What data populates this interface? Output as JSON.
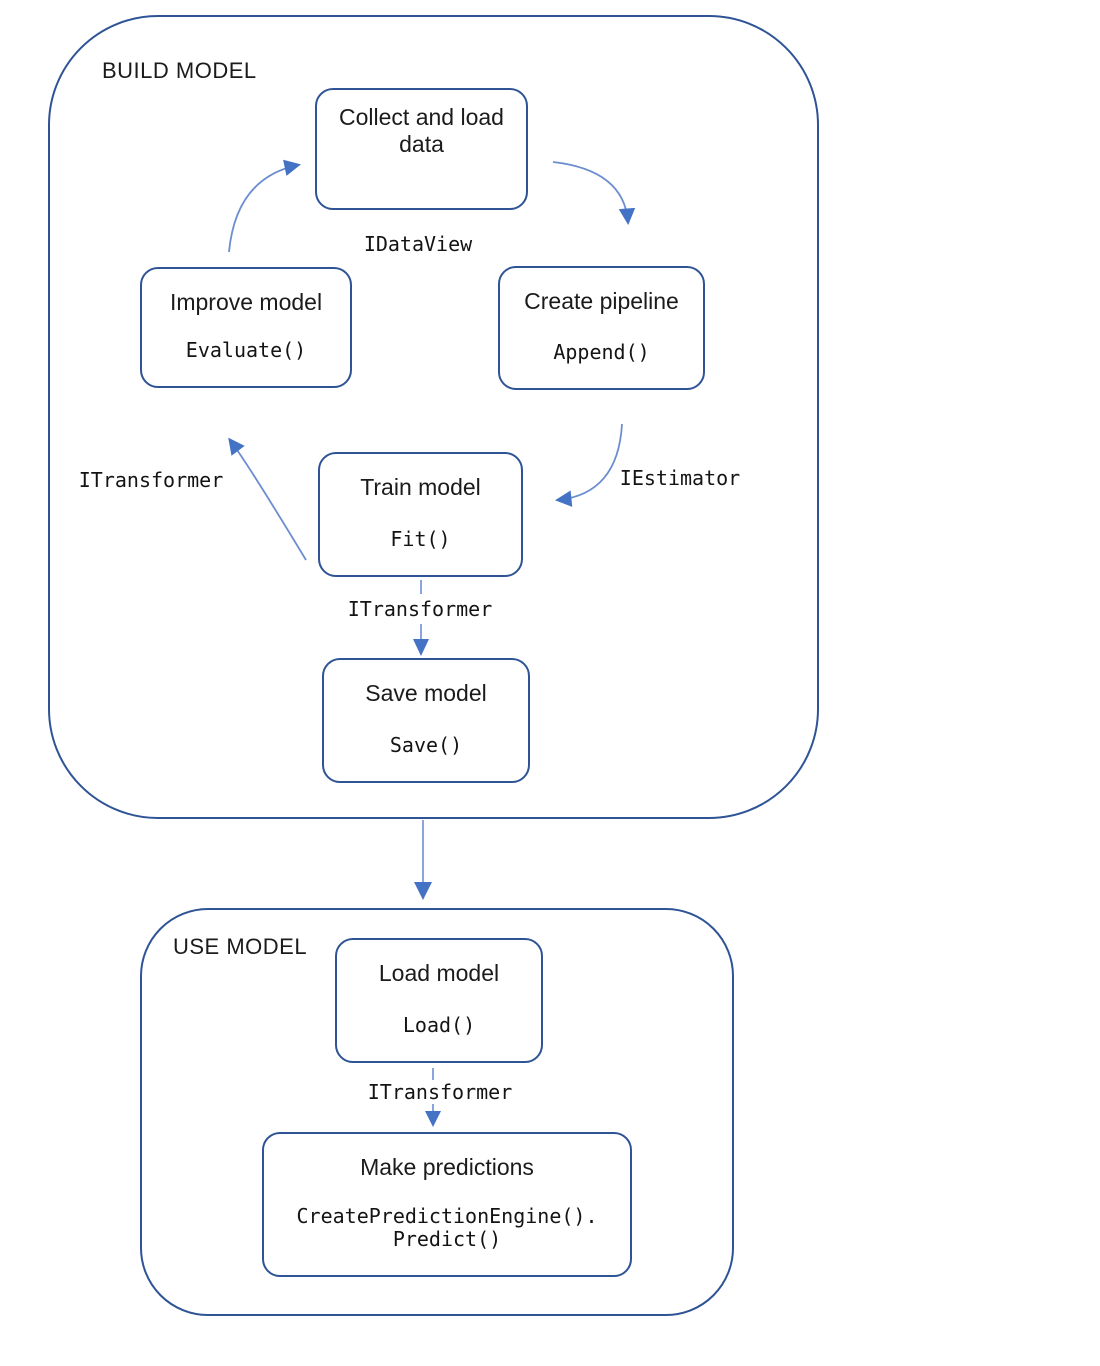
{
  "palette": {
    "border": "#2f5496",
    "arrow_line": "#6c8dcf",
    "arrow_head": "#4472c4",
    "dash": "#8aa5dd",
    "text": "#1b1b1b",
    "code": "#141414",
    "bg": "#ffffff"
  },
  "build": {
    "label": "BUILD MODEL",
    "boxes": {
      "collect": {
        "title": "Collect and load data"
      },
      "create": {
        "title": "Create pipeline",
        "code": "Append()"
      },
      "train": {
        "title": "Train model",
        "code": "Fit()"
      },
      "improve": {
        "title": "Improve model",
        "code": "Evaluate()"
      },
      "save": {
        "title": "Save model",
        "code": "Save()"
      }
    },
    "labels": {
      "idataview": "IDataView",
      "iestimator": "IEstimator",
      "itransformer_left": "ITransformer",
      "itransformer_mid": "ITransformer"
    }
  },
  "use": {
    "label": "USE MODEL",
    "boxes": {
      "load": {
        "title": "Load model",
        "code": "Load()"
      },
      "predict": {
        "title": "Make predictions",
        "code_line1": "CreatePredictionEngine().",
        "code_line2": "Predict()"
      }
    },
    "labels": {
      "itransformer": "ITransformer"
    }
  }
}
